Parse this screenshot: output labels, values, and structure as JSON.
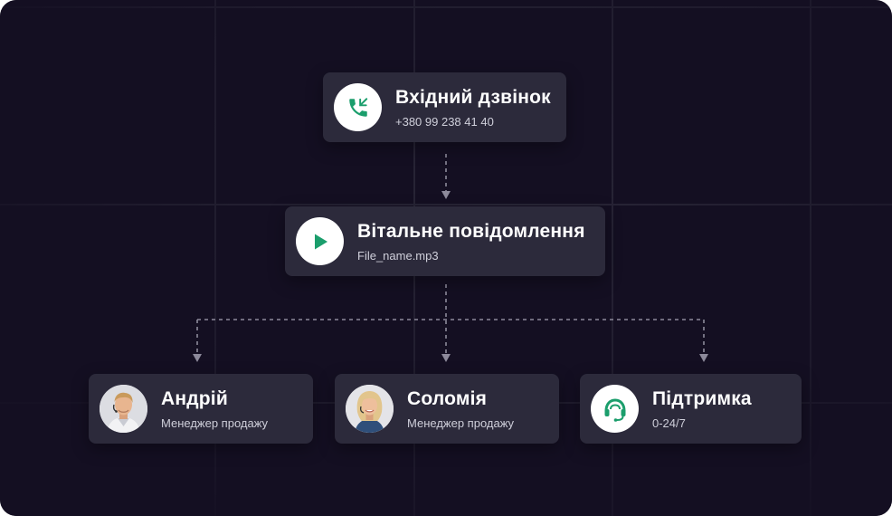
{
  "colors": {
    "background": "#140f22",
    "card": "#2c2a3b",
    "accent_green": "#1b9e6c",
    "connector": "#8d8a9b"
  },
  "incoming_call": {
    "title": "Вхідний дзвінок",
    "subtitle": "+380 99 238 41 40",
    "icon": "phone-incoming-icon"
  },
  "welcome_message": {
    "title": "Вітальне повідомлення",
    "subtitle": "File_name.mp3",
    "icon": "play-icon"
  },
  "destinations": [
    {
      "title": "Андрій",
      "subtitle": "Менеджер продажу",
      "icon": "avatar-man"
    },
    {
      "title": "Соломія",
      "subtitle": "Менеджер продажу",
      "icon": "avatar-woman"
    },
    {
      "title": "Підтримка",
      "subtitle": "0-24/7",
      "icon": "headset-icon"
    }
  ]
}
